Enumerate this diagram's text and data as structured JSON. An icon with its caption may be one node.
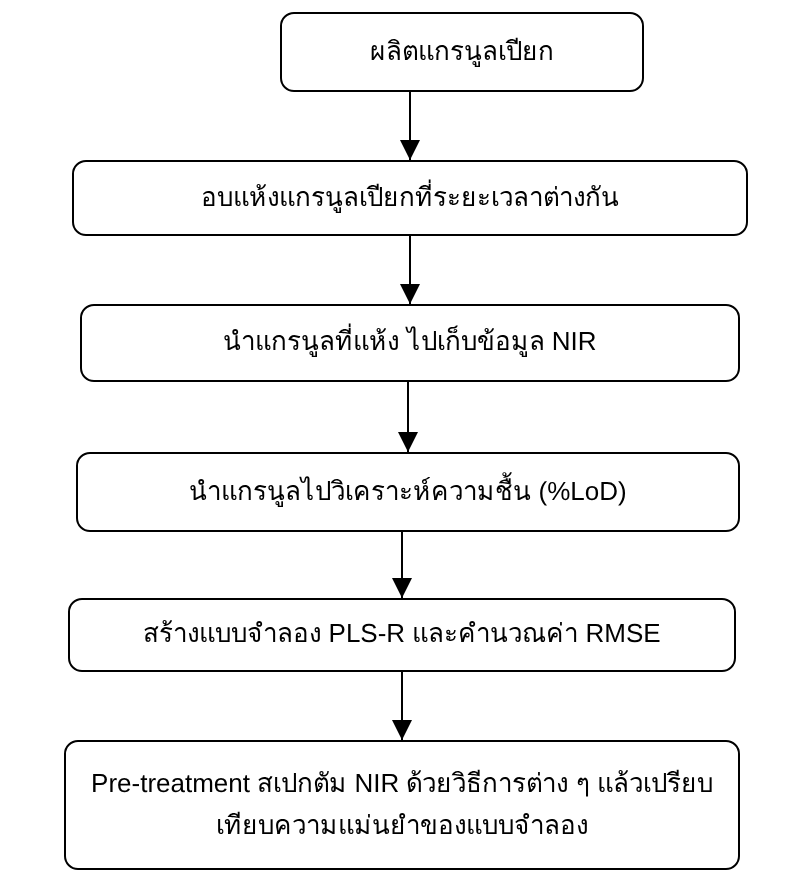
{
  "diagram": {
    "nodes": [
      {
        "text": [
          "ผลิตแกรนูลเปียก"
        ]
      },
      {
        "text": [
          "อบแห้งแกรนูลเปียกที่ระยะเวลาต่างกัน"
        ]
      },
      {
        "text": [
          "นำแกรนูลที่แห้ง ไปเก็บข้อมูล NIR"
        ]
      },
      {
        "text": [
          "นำแกรนูลไปวิเคราะห์ความชื้น (%LoD)"
        ]
      },
      {
        "text": [
          "สร้างแบบจำลอง PLS-R และคำนวณค่า RMSE"
        ]
      },
      {
        "text": [
          "Pre-treatment สเปกตัม NIR ด้วยวิธีการต่าง ๆ แล้วเปรียบเทียบความแม่นยำของแบบจำลอง"
        ]
      }
    ],
    "edges": [
      {
        "from": 0,
        "to": 1,
        "arrow": "to"
      },
      {
        "from": 1,
        "to": 2,
        "arrow": "to"
      },
      {
        "from": 2,
        "to": 3,
        "arrow": "to"
      },
      {
        "from": 3,
        "to": 4,
        "arrow": "to"
      },
      {
        "from": 4,
        "to": 5,
        "arrow": "to"
      }
    ]
  }
}
